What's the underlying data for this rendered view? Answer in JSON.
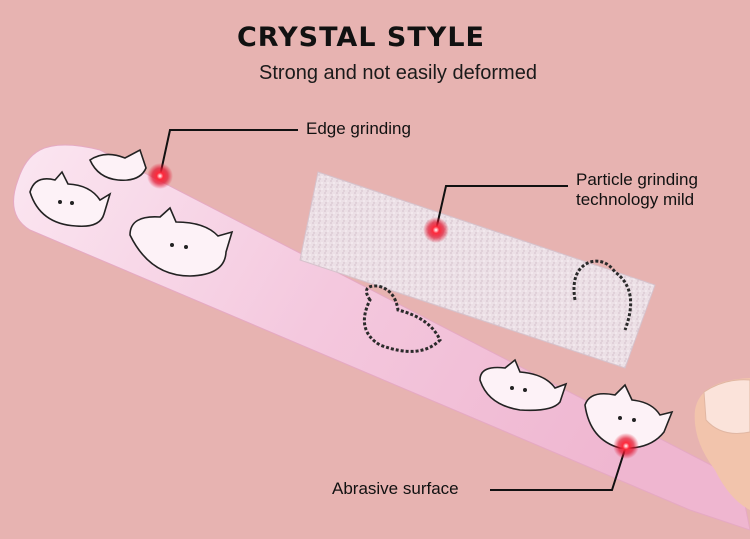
{
  "header": {
    "title": "CRYSTAL STYLE",
    "subtitle": "Strong and not easily deformed"
  },
  "callouts": {
    "edge": "Edge grinding",
    "particle": "Particle grinding technology mild",
    "abrasive": "Abrasive surface"
  },
  "colors": {
    "background": "#e7b3b1",
    "file_body": "#f3c9dc",
    "grit_patch": "#ece1e7",
    "marker_red": "#e0102a"
  }
}
